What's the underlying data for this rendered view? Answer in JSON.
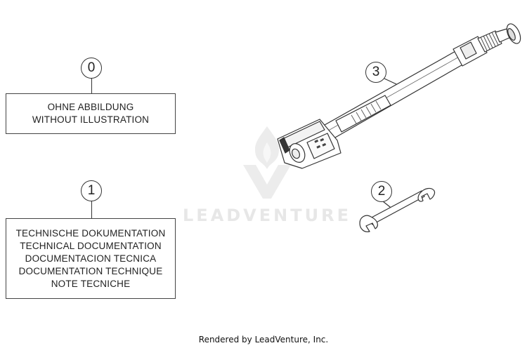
{
  "callouts": [
    {
      "label": "0"
    },
    {
      "label": "1"
    },
    {
      "label": "2"
    },
    {
      "label": "3"
    }
  ],
  "box_0": {
    "lines": [
      "OHNE ABBILDUNG",
      "WITHOUT ILLUSTRATION"
    ]
  },
  "box_1": {
    "lines": [
      "TECHNISCHE DOKUMENTATION",
      "TECHNICAL DOCUMENTATION",
      "DOCUMENTACION TECNICA",
      "DOCUMENTATION TECHNIQUE",
      "NOTE TECNICHE"
    ]
  },
  "watermark": {
    "text": "LEADVENTURE"
  },
  "footer": {
    "text": "Rendered by LeadVenture, Inc."
  },
  "colors": {
    "line": "#333333",
    "watermark": "#e7e7e7",
    "background": "#ffffff"
  },
  "icons": [
    "suspension-tool-icon",
    "open-end-wrench-icon",
    "leadventure-logo-icon"
  ]
}
